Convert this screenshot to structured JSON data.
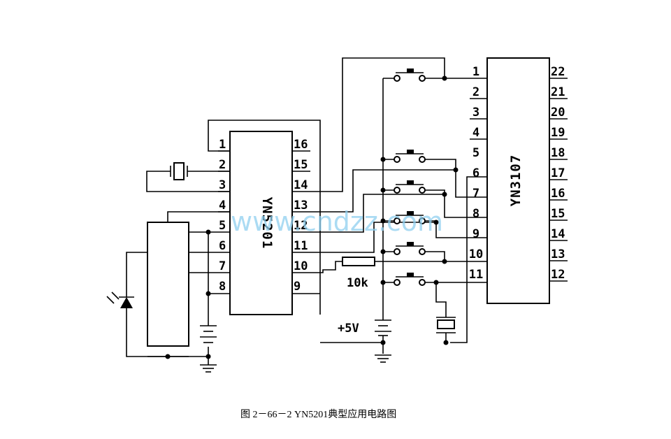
{
  "chips": {
    "yn5201": {
      "name": "YN5201",
      "left_pins": [
        "1",
        "2",
        "3",
        "4",
        "5",
        "6",
        "7",
        "8"
      ],
      "right_pins": [
        "16",
        "15",
        "14",
        "13",
        "12",
        "11",
        "10",
        "9"
      ]
    },
    "yn3107": {
      "name": "YN3107",
      "left_pins": [
        "1",
        "2",
        "3",
        "4",
        "5",
        "6",
        "7",
        "8",
        "9",
        "10",
        "11"
      ],
      "right_pins": [
        "22",
        "21",
        "20",
        "19",
        "18",
        "17",
        "16",
        "15",
        "14",
        "13",
        "12"
      ]
    }
  },
  "labels": {
    "resistor": "10k",
    "supply": "+5V"
  },
  "watermark": "www.cndzz.com",
  "caption": "图 2－66－2   YN5201典型应用电路图"
}
